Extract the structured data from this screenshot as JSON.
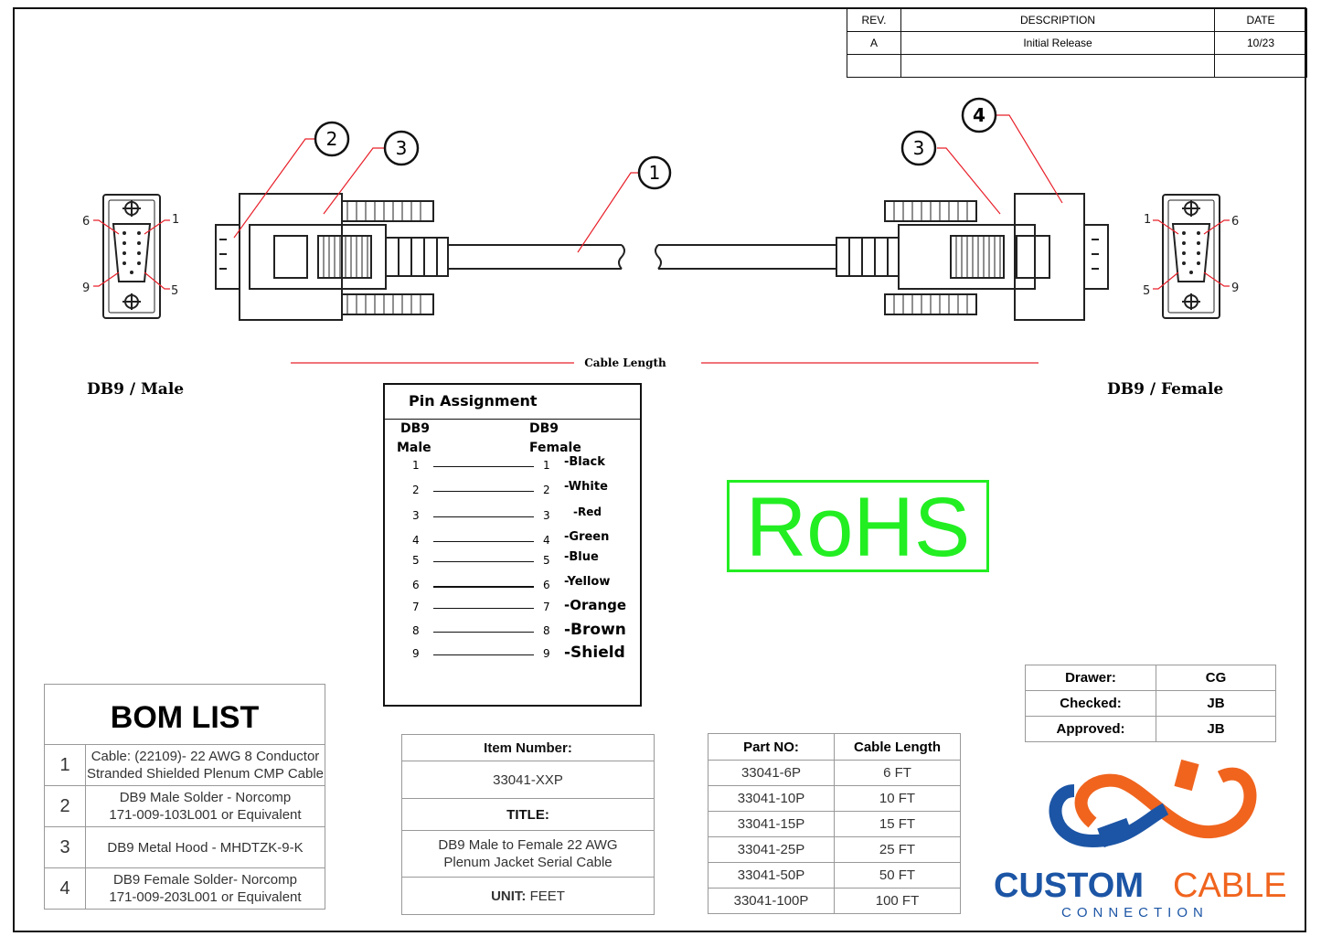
{
  "revision_block": {
    "headers": [
      "REV.",
      "DESCRIPTION",
      "DATE"
    ],
    "rows": [
      [
        "A",
        "Initial Release",
        "10/23"
      ],
      [
        "",
        "",
        ""
      ]
    ]
  },
  "callouts": [
    "1",
    "2",
    "3",
    "3",
    "4"
  ],
  "pin_labels": {
    "male": {
      "top_left": "6",
      "top_right": "1",
      "bottom_left": "9",
      "bottom_right": "5"
    },
    "female": {
      "top_left": "1",
      "top_right": "6",
      "bottom_left": "5",
      "bottom_right": "9"
    }
  },
  "cable_length_label": "Cable Length",
  "connector_labels": {
    "left": "DB9 / Male",
    "right": "DB9 / Female"
  },
  "pin_assignment": {
    "title": "Pin Assignment",
    "left_header": [
      "DB9",
      "Male"
    ],
    "right_header": [
      "DB9",
      "Female"
    ],
    "rows": [
      {
        "male": "1",
        "female": "1",
        "color": "-Black"
      },
      {
        "male": "2",
        "female": "2",
        "color": "-White"
      },
      {
        "male": "3",
        "female": "3",
        "color": "-Red"
      },
      {
        "male": "4",
        "female": "4",
        "color": "-Green"
      },
      {
        "male": "5",
        "female": "5",
        "color": "-Blue"
      },
      {
        "male": "6",
        "female": "6",
        "color": "-Yellow"
      },
      {
        "male": "7",
        "female": "7",
        "color": "-Orange"
      },
      {
        "male": "8",
        "female": "8",
        "color": "-Brown"
      },
      {
        "male": "9",
        "female": "9",
        "color": "-Shield"
      }
    ]
  },
  "rohs": "RoHS",
  "bom": {
    "title": "BOM LIST",
    "items": [
      {
        "num": "1",
        "line1": "Cable: (22109)- 22 AWG 8 Conductor",
        "line2": "Stranded Shielded Plenum CMP Cable"
      },
      {
        "num": "2",
        "line1": "DB9 Male Solder - Norcomp",
        "line2": "171-009-103L001 or Equivalent"
      },
      {
        "num": "3",
        "line1": "DB9 Metal Hood - MHDTZK-9-K",
        "line2": ""
      },
      {
        "num": "4",
        "line1": "DB9 Female Solder- Norcomp",
        "line2": "171-009-203L001 or Equivalent"
      }
    ]
  },
  "item_block": {
    "item_number_label": "Item Number:",
    "item_number": "33041-XXP",
    "title_label": "TITLE:",
    "title_line1": "DB9 Male to Female 22 AWG",
    "title_line2": "Plenum Jacket Serial Cable",
    "unit_label": "UNIT:",
    "unit_value": "FEET"
  },
  "parts": {
    "headers": [
      "Part NO:",
      "Cable Length"
    ],
    "rows": [
      [
        "33041-6P",
        "6 FT"
      ],
      [
        "33041-10P",
        "10 FT"
      ],
      [
        "33041-15P",
        "15 FT"
      ],
      [
        "33041-25P",
        "25 FT"
      ],
      [
        "33041-50P",
        "50 FT"
      ],
      [
        "33041-100P",
        "100 FT"
      ]
    ]
  },
  "signoff": [
    {
      "label": "Drawer:",
      "value": "CG"
    },
    {
      "label": "Checked:",
      "value": "JB"
    },
    {
      "label": "Approved:",
      "value": "JB"
    }
  ],
  "logo": {
    "word1": "CUSTOM",
    "word2": "CABLE",
    "word3": "CONNECTION"
  },
  "colors": {
    "accent_red": "#e8202a",
    "rohs_green": "#22ee22",
    "logo_blue": "#1c55a5",
    "logo_orange": "#f0641e"
  }
}
